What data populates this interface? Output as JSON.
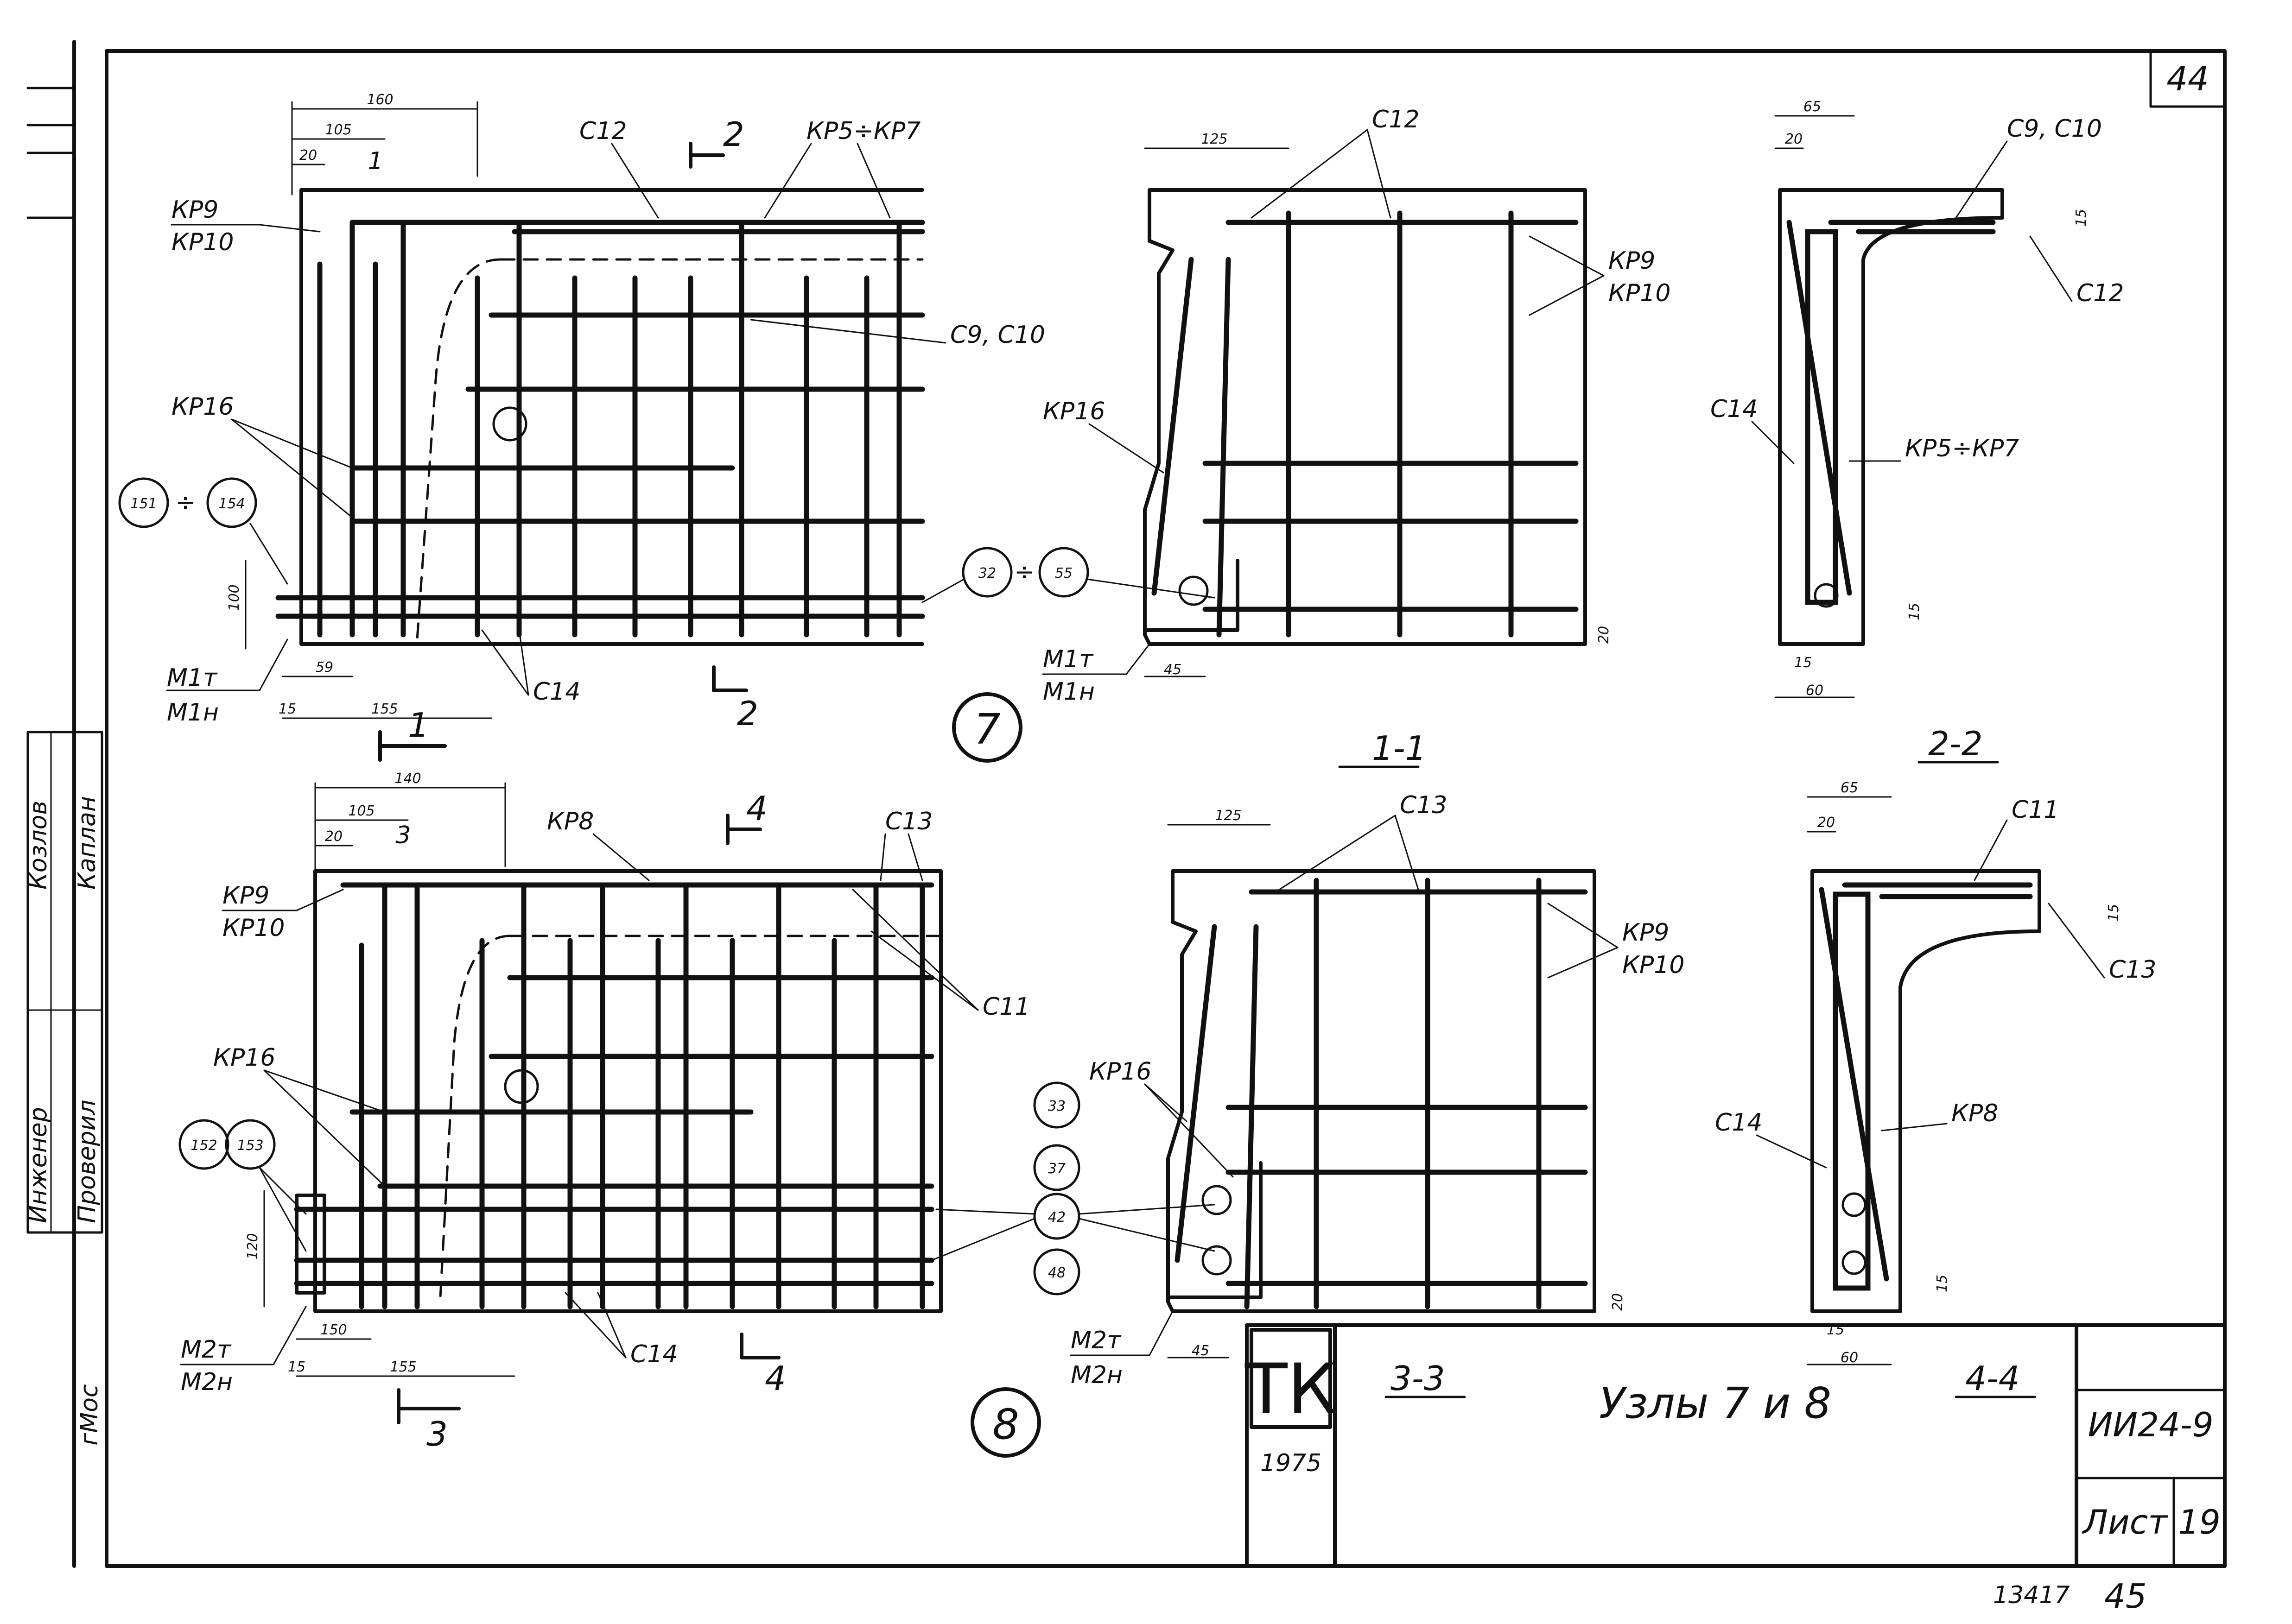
{
  "sheet": {
    "corner_number": "44",
    "stamp_logo": "ТК",
    "stamp_year": "1975",
    "title": "Узлы 7 и 8",
    "series": "ИИ24-9",
    "sheet_label": "Лист",
    "sheet_number": "19",
    "bottom_numbers": [
      "13417",
      "45"
    ],
    "left_stamp": {
      "roles": [
        "Инженер",
        "Проверил"
      ],
      "names": [
        "Козлов",
        "Каплан"
      ],
      "extra": "гМос"
    }
  },
  "views": {
    "node7": {
      "marker": "7",
      "elevation": {
        "labels": {
          "c12": "С12",
          "kp5_7": "КР5÷КР7",
          "kp9": "КР9",
          "kp10": "КР10",
          "c9c10": "С9, С10",
          "kp16": "КР16",
          "c14": "С14",
          "m1t": "М1т",
          "m1n": "М1н",
          "sec1": "1",
          "sec2": "2"
        },
        "dims": [
          "160",
          "105",
          "20",
          "1",
          "100",
          "59",
          "155",
          "15"
        ],
        "bubbles": [
          "151",
          "154",
          "32",
          "55"
        ],
        "range_sep": "÷"
      },
      "section_1_1": {
        "title": "1-1",
        "labels": {
          "c12": "С12",
          "kp9": "КР9",
          "kp10": "КР10",
          "kp16": "КР16",
          "m1t": "М1т",
          "m1n": "М1н"
        },
        "dims": [
          "125",
          "45",
          "20"
        ]
      },
      "section_2_2": {
        "title": "2-2",
        "labels": {
          "c9c10": "С9, С10",
          "c12": "С12",
          "c14": "С14",
          "kp5_7": "КР5÷КР7"
        },
        "dims": [
          "65",
          "20",
          "15",
          "15",
          "15",
          "60"
        ]
      }
    },
    "node8": {
      "marker": "8",
      "elevation": {
        "labels": {
          "kp8": "КР8",
          "c13": "С13",
          "kp9": "КР9",
          "kp10": "КР10",
          "c11": "С11",
          "kp16": "КР16",
          "c14": "С14",
          "m2t": "М2т",
          "m2n": "М2н",
          "sec3": "3",
          "sec4": "4"
        },
        "dims": [
          "140",
          "105",
          "20",
          "3",
          "120",
          "150",
          "155",
          "15"
        ],
        "bubbles": [
          "152",
          "153",
          "33",
          "37",
          "42",
          "48"
        ]
      },
      "section_3_3": {
        "title": "3-3",
        "labels": {
          "c13": "С13",
          "kp9": "КР9",
          "kp10": "КР10",
          "kp16": "КР16",
          "m2t": "М2т",
          "m2n": "М2н"
        },
        "dims": [
          "125",
          "45",
          "20"
        ]
      },
      "section_4_4": {
        "title": "4-4",
        "labels": {
          "c11": "С11",
          "c13": "С13",
          "c14": "С14",
          "kp8": "КР8"
        },
        "dims": [
          "65",
          "20",
          "15",
          "15",
          "15",
          "60"
        ]
      }
    }
  }
}
